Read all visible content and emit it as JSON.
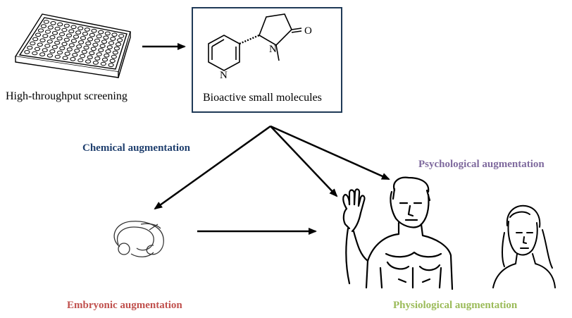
{
  "labels": {
    "screening": "High-throughput screening",
    "molecules": "Bioactive small molecules",
    "chemical": "Chemical augmentation",
    "psychological": "Psychological augmentation",
    "embryonic": "Embryonic augmentation",
    "physiological": "Physiological augmentation"
  },
  "molecule_atoms": {
    "oxygen": "O",
    "nitrogen_ring": "N",
    "nitrogen_pyridine": "N"
  },
  "colors": {
    "box_border": "#1f3a57",
    "chemical": "#1f3f6e",
    "psychological": "#7f6a9e",
    "embryonic": "#c0504d",
    "physiological": "#9bbb59"
  },
  "icons": [
    "well-plate-icon",
    "embryo-icon",
    "man-waving-icon",
    "woman-icon"
  ]
}
